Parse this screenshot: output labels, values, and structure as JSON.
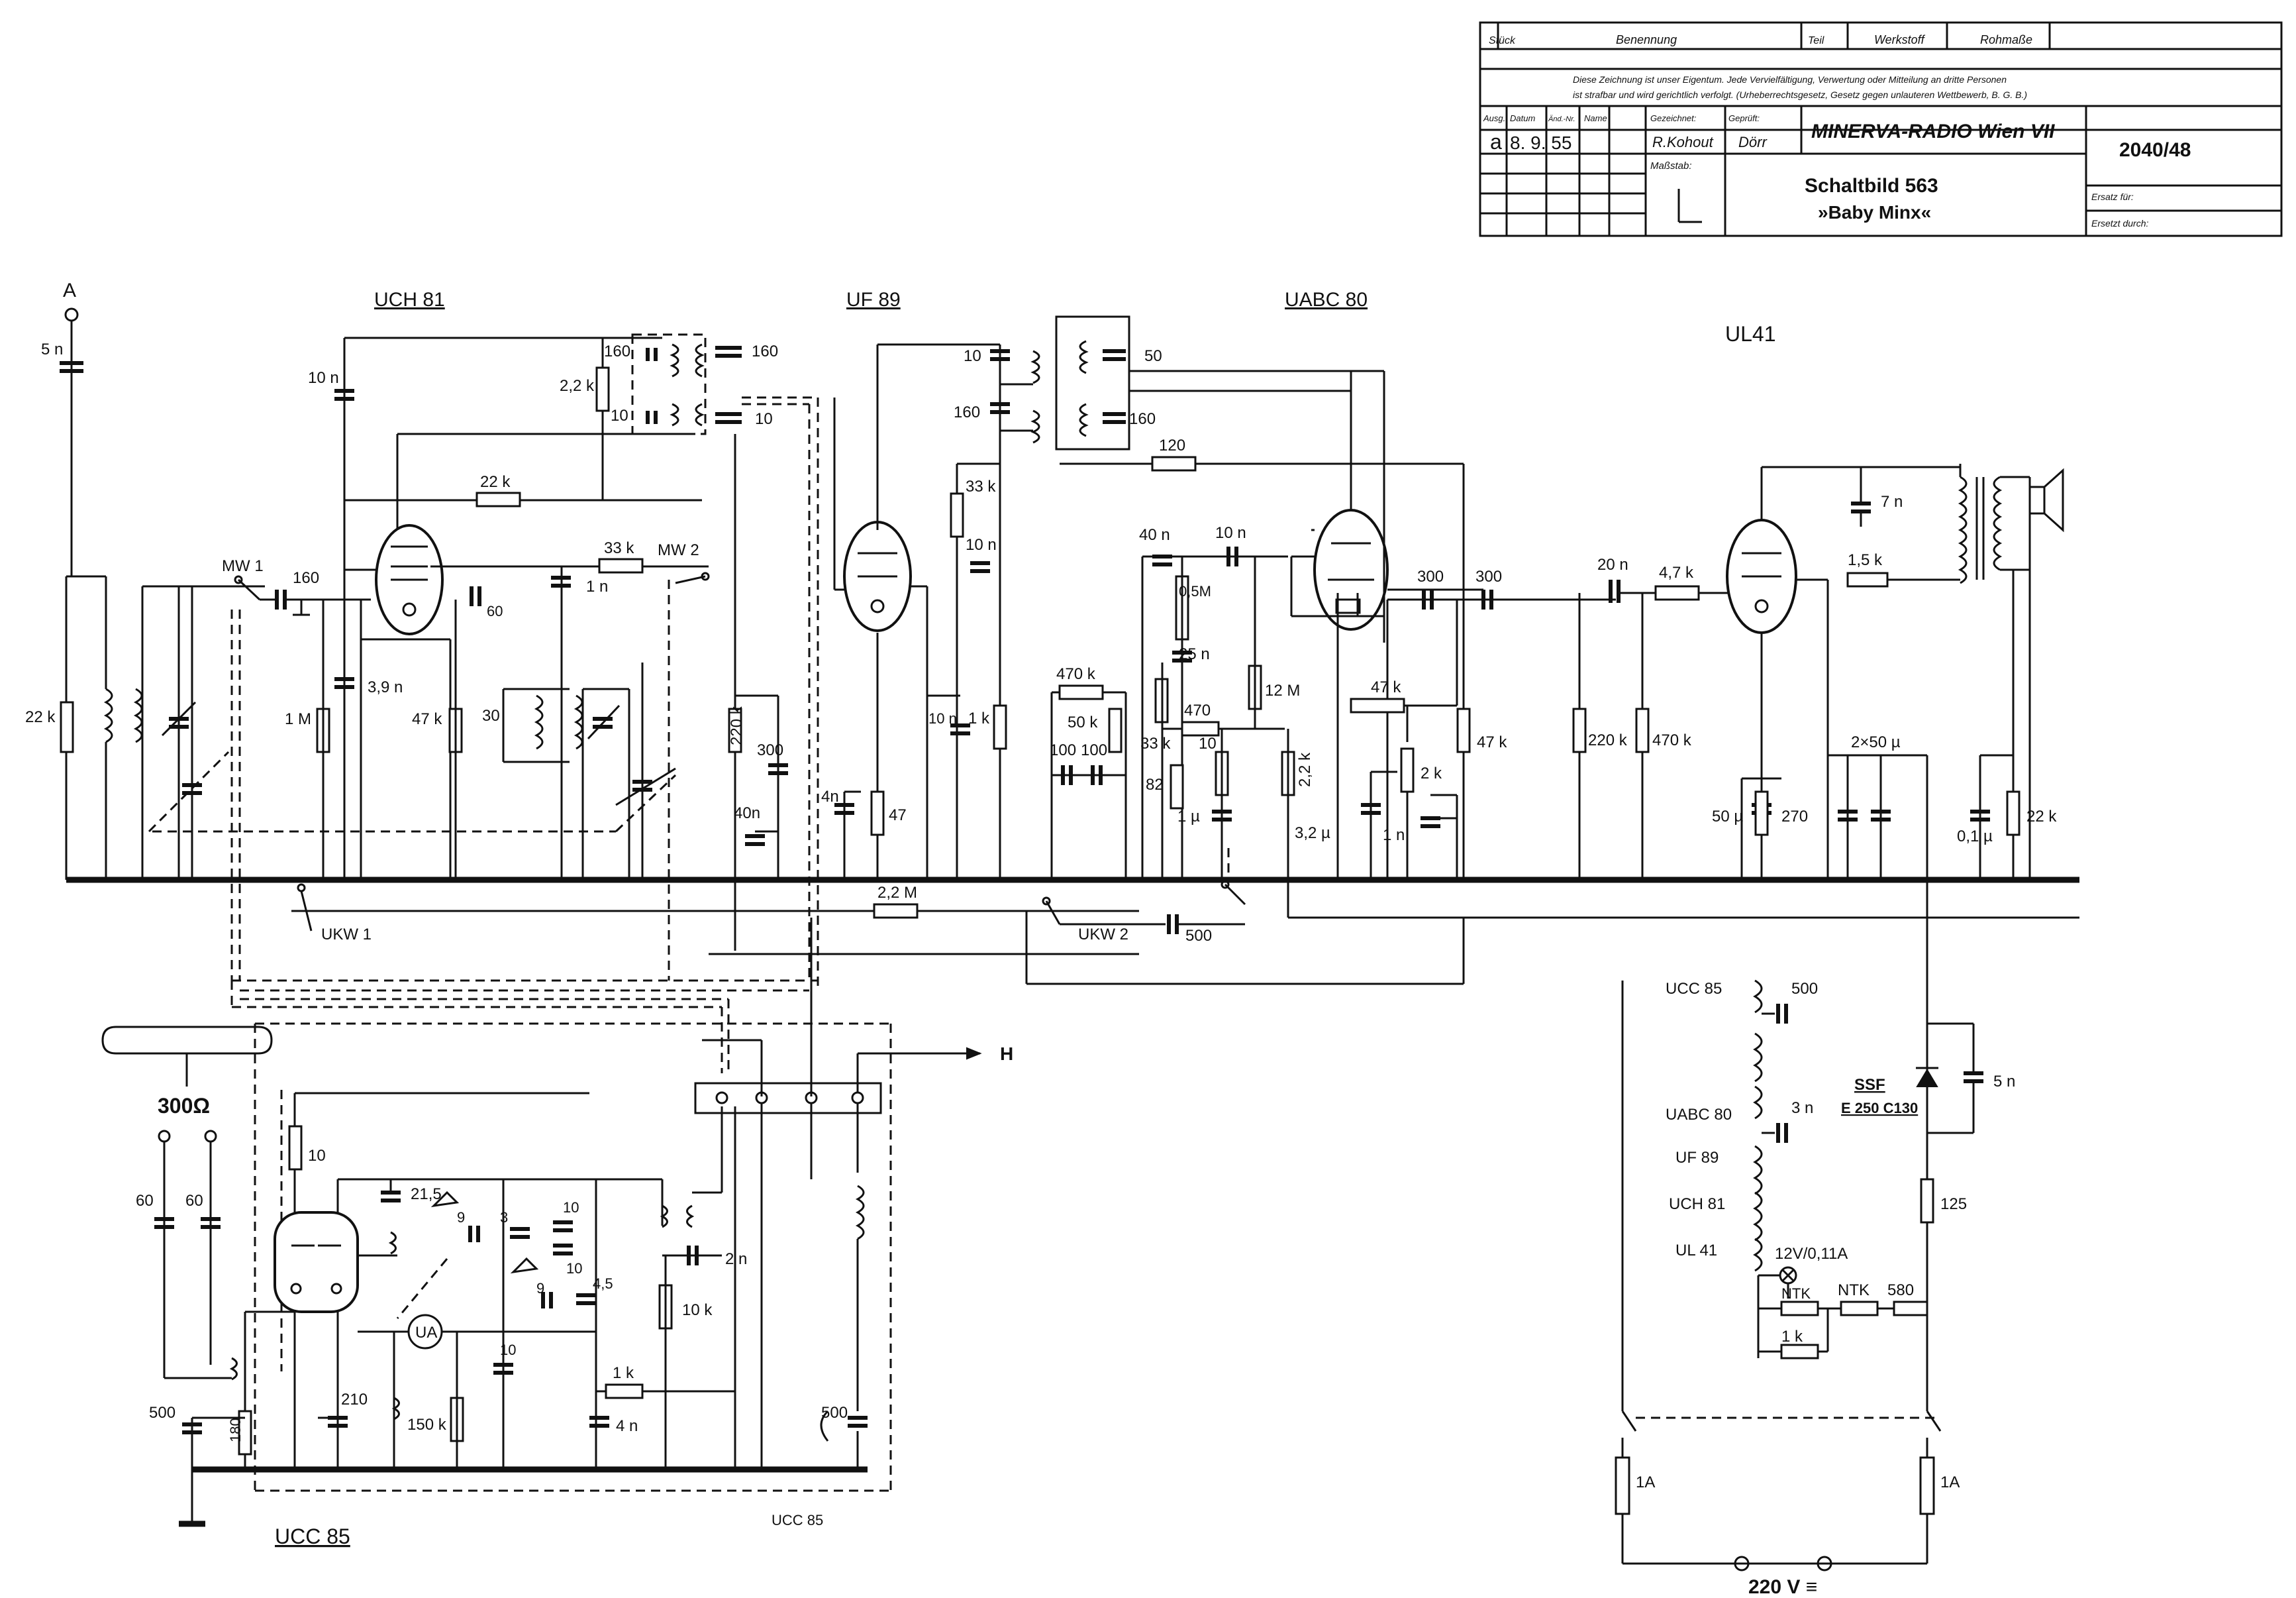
{
  "title_block": {
    "header_stueck": "Stück",
    "header_benennung": "Benennung",
    "header_teil": "Teil",
    "header_werkstoff": "Werkstoff",
    "header_rohmasse": "Rohmaße",
    "notice_line1": "Diese Zeichnung ist unser Eigentum. Jede Vervielfältigung, Verwertung oder Mitteilung an dritte Personen",
    "notice_line2": "ist strafbar und wird gerichtlich verfolgt. (Urheberrechtsgesetz, Gesetz gegen unlauteren Wettbewerb, B. G. B.)",
    "col_ausg": "Ausg.",
    "col_datum": "Datum",
    "col_aend": "Änd.-Nr.",
    "col_name": "Name",
    "col_gezeichnet": "Gezeichnet:",
    "col_geprueft": "Geprüft:",
    "ausgabe": "a",
    "datum": "8. 9. 55",
    "gezeichnet_sig": "R.Kohout",
    "geprueft_sig": "Dörr",
    "massstab_label": "Maßstab:",
    "company": "MINERVA-RADIO Wien VII",
    "drawing_number": "2040/48",
    "doc_title": "Schaltbild    563",
    "doc_subtitle": "»Baby  Minx«",
    "ersatz_fuer": "Ersatz für:",
    "ersetzt_durch": "Ersetzt durch:"
  },
  "tubes": {
    "uch81": "UCH 81",
    "uf89": "UF 89",
    "uabc80": "UABC 80",
    "ul41": "UL41",
    "ucc85_top": "UCC 85",
    "ucc85_bottom": "UCC 85"
  },
  "terminals": {
    "antenna": "A",
    "output_h": "H",
    "dipole_impedance": "300Ω",
    "mains": "220 V ≡"
  },
  "switches": {
    "mw1": "MW 1",
    "mw2": "MW 2",
    "ukw1": "UKW 1",
    "ukw2": "UKW 2"
  },
  "components": {
    "c_5n_ant": "5 n",
    "r_22k_ant": "22 k",
    "c_10n_top": "10 n",
    "c_160_mw": "160",
    "r_22k_top": "22 k",
    "r_2k2_top": "2,2 k",
    "c_160_if1a": "160",
    "c_160_if1b": "160",
    "c_10_if1a": "10",
    "c_10_if1b": "10",
    "r_33k_osc": "33 k",
    "c_1n_osc": "1 n",
    "c_60_osc": "60",
    "c_3n9": "3,9 n",
    "r_1m": "1 M",
    "r_47k_uch": "47 k",
    "c_30": "30",
    "r_220k_uf": "220 k",
    "c_300_uf": "300",
    "c_40n_uf": "40n",
    "c_4n": "4n",
    "r_47_uf": "47",
    "c_10_if2a": "10",
    "c_160_if2a": "160",
    "r_33k_uf": "33 k",
    "c_10n_uf": "10 n",
    "c_10n_uf2": "10 n",
    "r_1k_uf": "1 k",
    "c_50_if2": "50",
    "c_160_if2b": "160",
    "r_120": "120",
    "c_40n_abc": "40 n",
    "c_10n_abc": "10 n",
    "pot_05m": "0,5M",
    "c_25n": "25 n",
    "r_470k": "470 k",
    "r_50k": "50 k",
    "c_100a": "100",
    "c_100b": "100",
    "r_33k_abc": "33 k",
    "r_470": "470",
    "r_82": "82",
    "r_12m": "12 M",
    "c_10_abc": "10",
    "c_1u": "1 µ",
    "r_2k2_abc": "2,2 k",
    "r_47k_abc": "47 k",
    "pot_2k": "2 k",
    "c_3u2": "3,2 µ",
    "c_1n_abc": "1 n",
    "c_300a": "300",
    "c_300b": "300",
    "r_47k_abc2": "47 k",
    "r_2m2": "2,2 M",
    "c_500_ukw": "500",
    "c_20n": "20 n",
    "r_4k7": "4,7 k",
    "r_220k_ul": "220 k",
    "r_470k_ul": "470 k",
    "c_7n": "7 n",
    "r_1k5": "1,5 k",
    "c_50u": "50 µ",
    "r_270": "270",
    "c_2x50u": "2×50 µ",
    "c_01u": "0,1 µ",
    "r_22k_ul": "22 k",
    "c_60a": "60",
    "c_60b": "60",
    "c_10_ucc": "10",
    "c_21_5": "21,5",
    "c_9a": "9",
    "c_3": "3",
    "c_10_ucca": "10",
    "c_10_uccb": "10",
    "c_9b": "9",
    "c_4_5": "4,5",
    "c_2n": "2 n",
    "r_10k_ucc": "10 k",
    "ua_label": "UA",
    "c_10_uccc": "10",
    "r_1k_ucc": "1 k",
    "c_4n_ucc": "4 n",
    "c_500_ucc": "500",
    "c_500_grid": "500",
    "r_180": "180",
    "c_210": "210",
    "r_150k": "150 k"
  },
  "heater_chain": {
    "ucc85": "UCC 85",
    "c_500": "500",
    "uabc80": "UABC 80",
    "c_3n": "3 n",
    "uf89": "UF  89",
    "uch81": "UCH  81",
    "ul41": "UL  41",
    "lamp": "12V/0,11A",
    "ntk1": "NTK",
    "ntk2": "NTK",
    "r_580": "580",
    "r_1k": "1 k",
    "ssf": "SSF",
    "rectifier": "E 250 C130",
    "c_5n": "5 n",
    "r_125": "125",
    "fuse_left": "1A",
    "fuse_right": "1A"
  }
}
